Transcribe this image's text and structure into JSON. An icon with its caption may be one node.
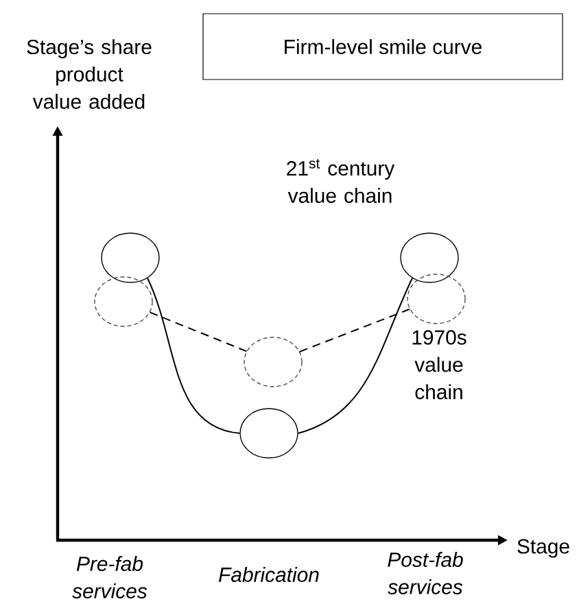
{
  "diagram": {
    "title": "Firm-level smile curve",
    "nodes": [
      {
        "text": [],
        "shape": "circle"
      },
      {
        "text": [],
        "shape": "circle"
      },
      {
        "text": [],
        "shape": "circle"
      },
      {
        "text": [],
        "shape": "circle"
      },
      {
        "text": [],
        "shape": "circle"
      },
      {
        "text": [],
        "shape": "circle"
      }
    ],
    "edges": [
      {
        "from": 0,
        "to": 1,
        "arrow": "none"
      },
      {
        "from": 1,
        "to": 2,
        "arrow": "none"
      },
      {
        "from": 3,
        "to": 4,
        "arrow": "none",
        "style": "dashed"
      },
      {
        "from": 4,
        "to": 5,
        "arrow": "none",
        "style": "dashed"
      }
    ],
    "labels": [
      "Stage’s share product value added",
      "21$^{st}$ century value chain",
      "1970s value chain",
      "Stage",
      "Pre-fab services",
      "Fabrication",
      "Post-fab services"
    ]
  }
}
